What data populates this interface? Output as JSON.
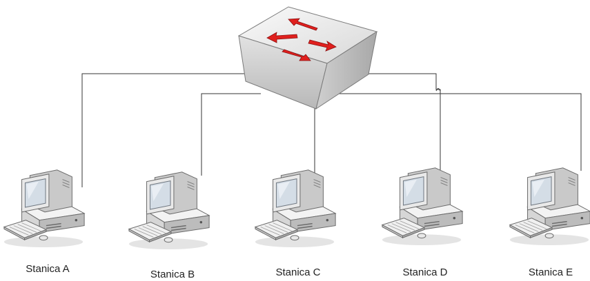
{
  "switch": {
    "icon": "network-switch-icon",
    "arrow_color": "#e0201e",
    "body_color": "#e6e6e6"
  },
  "stations": [
    {
      "label": "Stanica A",
      "icon": "desktop-computer-icon"
    },
    {
      "label": "Stanica B",
      "icon": "desktop-computer-icon"
    },
    {
      "label": "Stanica C",
      "icon": "desktop-computer-icon"
    },
    {
      "label": "Stanica D",
      "icon": "desktop-computer-icon"
    },
    {
      "label": "Stanica E",
      "icon": "desktop-computer-icon"
    }
  ],
  "cable_color": "#333333"
}
